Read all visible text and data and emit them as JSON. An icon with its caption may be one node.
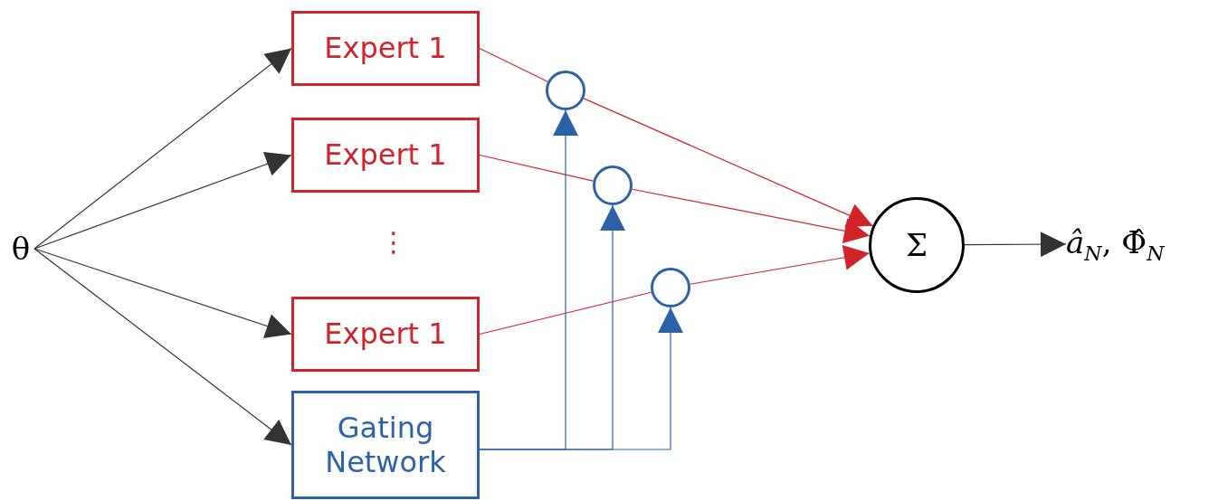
{
  "diagram": {
    "nodes": [
      {
        "text": [
          "θ"
        ]
      },
      {
        "text": [
          "Expert 1"
        ]
      },
      {
        "text": [
          "Expert 1"
        ]
      },
      {
        "text": [
          "Expert 1"
        ]
      },
      {
        "text": [
          "Gating Network"
        ]
      },
      {
        "text": [],
        "shape": "circle"
      },
      {
        "text": [],
        "shape": "circle"
      },
      {
        "text": [],
        "shape": "circle"
      },
      {
        "text": [
          "Σ"
        ]
      },
      {
        "text": [
          "*â*$_{N}$, Φ̂$_{N}$"
        ]
      }
    ],
    "edges": [
      {
        "from": 0,
        "to": 1,
        "arrow": "to",
        "color": "#333333"
      },
      {
        "from": 0,
        "to": 2,
        "arrow": "to",
        "color": "#333333"
      },
      {
        "from": 0,
        "to": 3,
        "arrow": "to",
        "color": "#333333"
      },
      {
        "from": 0,
        "to": 4,
        "arrow": "to",
        "color": "#333333"
      },
      {
        "from": 1,
        "to": 5,
        "arrow": "none",
        "color": "#d0232a"
      },
      {
        "from": 5,
        "to": 8,
        "arrow": "to",
        "color": "#d0232a"
      },
      {
        "from": 2,
        "to": 6,
        "arrow": "none",
        "color": "#d0232a"
      },
      {
        "from": 6,
        "to": 8,
        "arrow": "to",
        "color": "#d0232a"
      },
      {
        "from": 3,
        "to": 7,
        "arrow": "none",
        "color": "#d0232a"
      },
      {
        "from": 7,
        "to": 8,
        "arrow": "to",
        "color": "#d0232a"
      },
      {
        "from": 4,
        "to": 5,
        "arrow": "to",
        "color": "#2e62a8"
      },
      {
        "from": 4,
        "to": 6,
        "arrow": "to",
        "color": "#2e62a8"
      },
      {
        "from": 4,
        "to": 7,
        "arrow": "to",
        "color": "#2e62a8"
      },
      {
        "from": 8,
        "to": 9,
        "arrow": "to",
        "color": "#333333"
      }
    ],
    "labels": [
      "⋮"
    ]
  }
}
